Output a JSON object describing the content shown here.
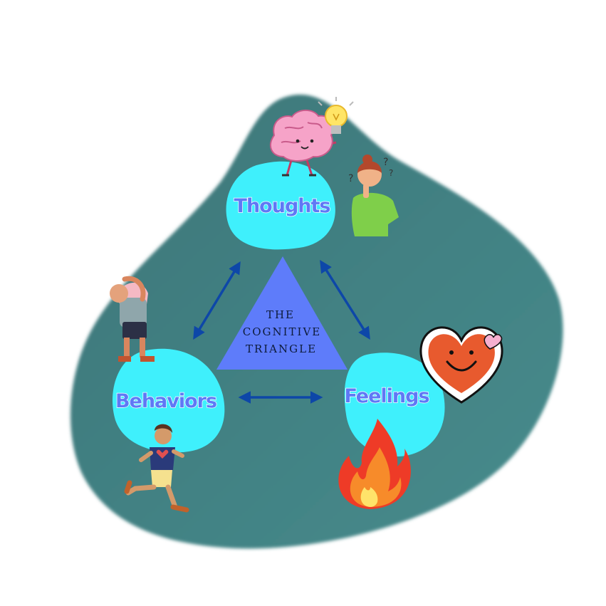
{
  "center": {
    "line1": "THE",
    "line2": "COGNITIVE",
    "line3": "TRIANGLE"
  },
  "nodes": {
    "thoughts": "Thoughts",
    "behaviors": "Behaviors",
    "feelings": "Feelings"
  },
  "colors": {
    "background_blob": "#3f7e80",
    "node_fill": "#3ff0fc",
    "label": "#5f78f5",
    "triangle": "#5e7cfa",
    "arrow": "#0d47a8"
  }
}
